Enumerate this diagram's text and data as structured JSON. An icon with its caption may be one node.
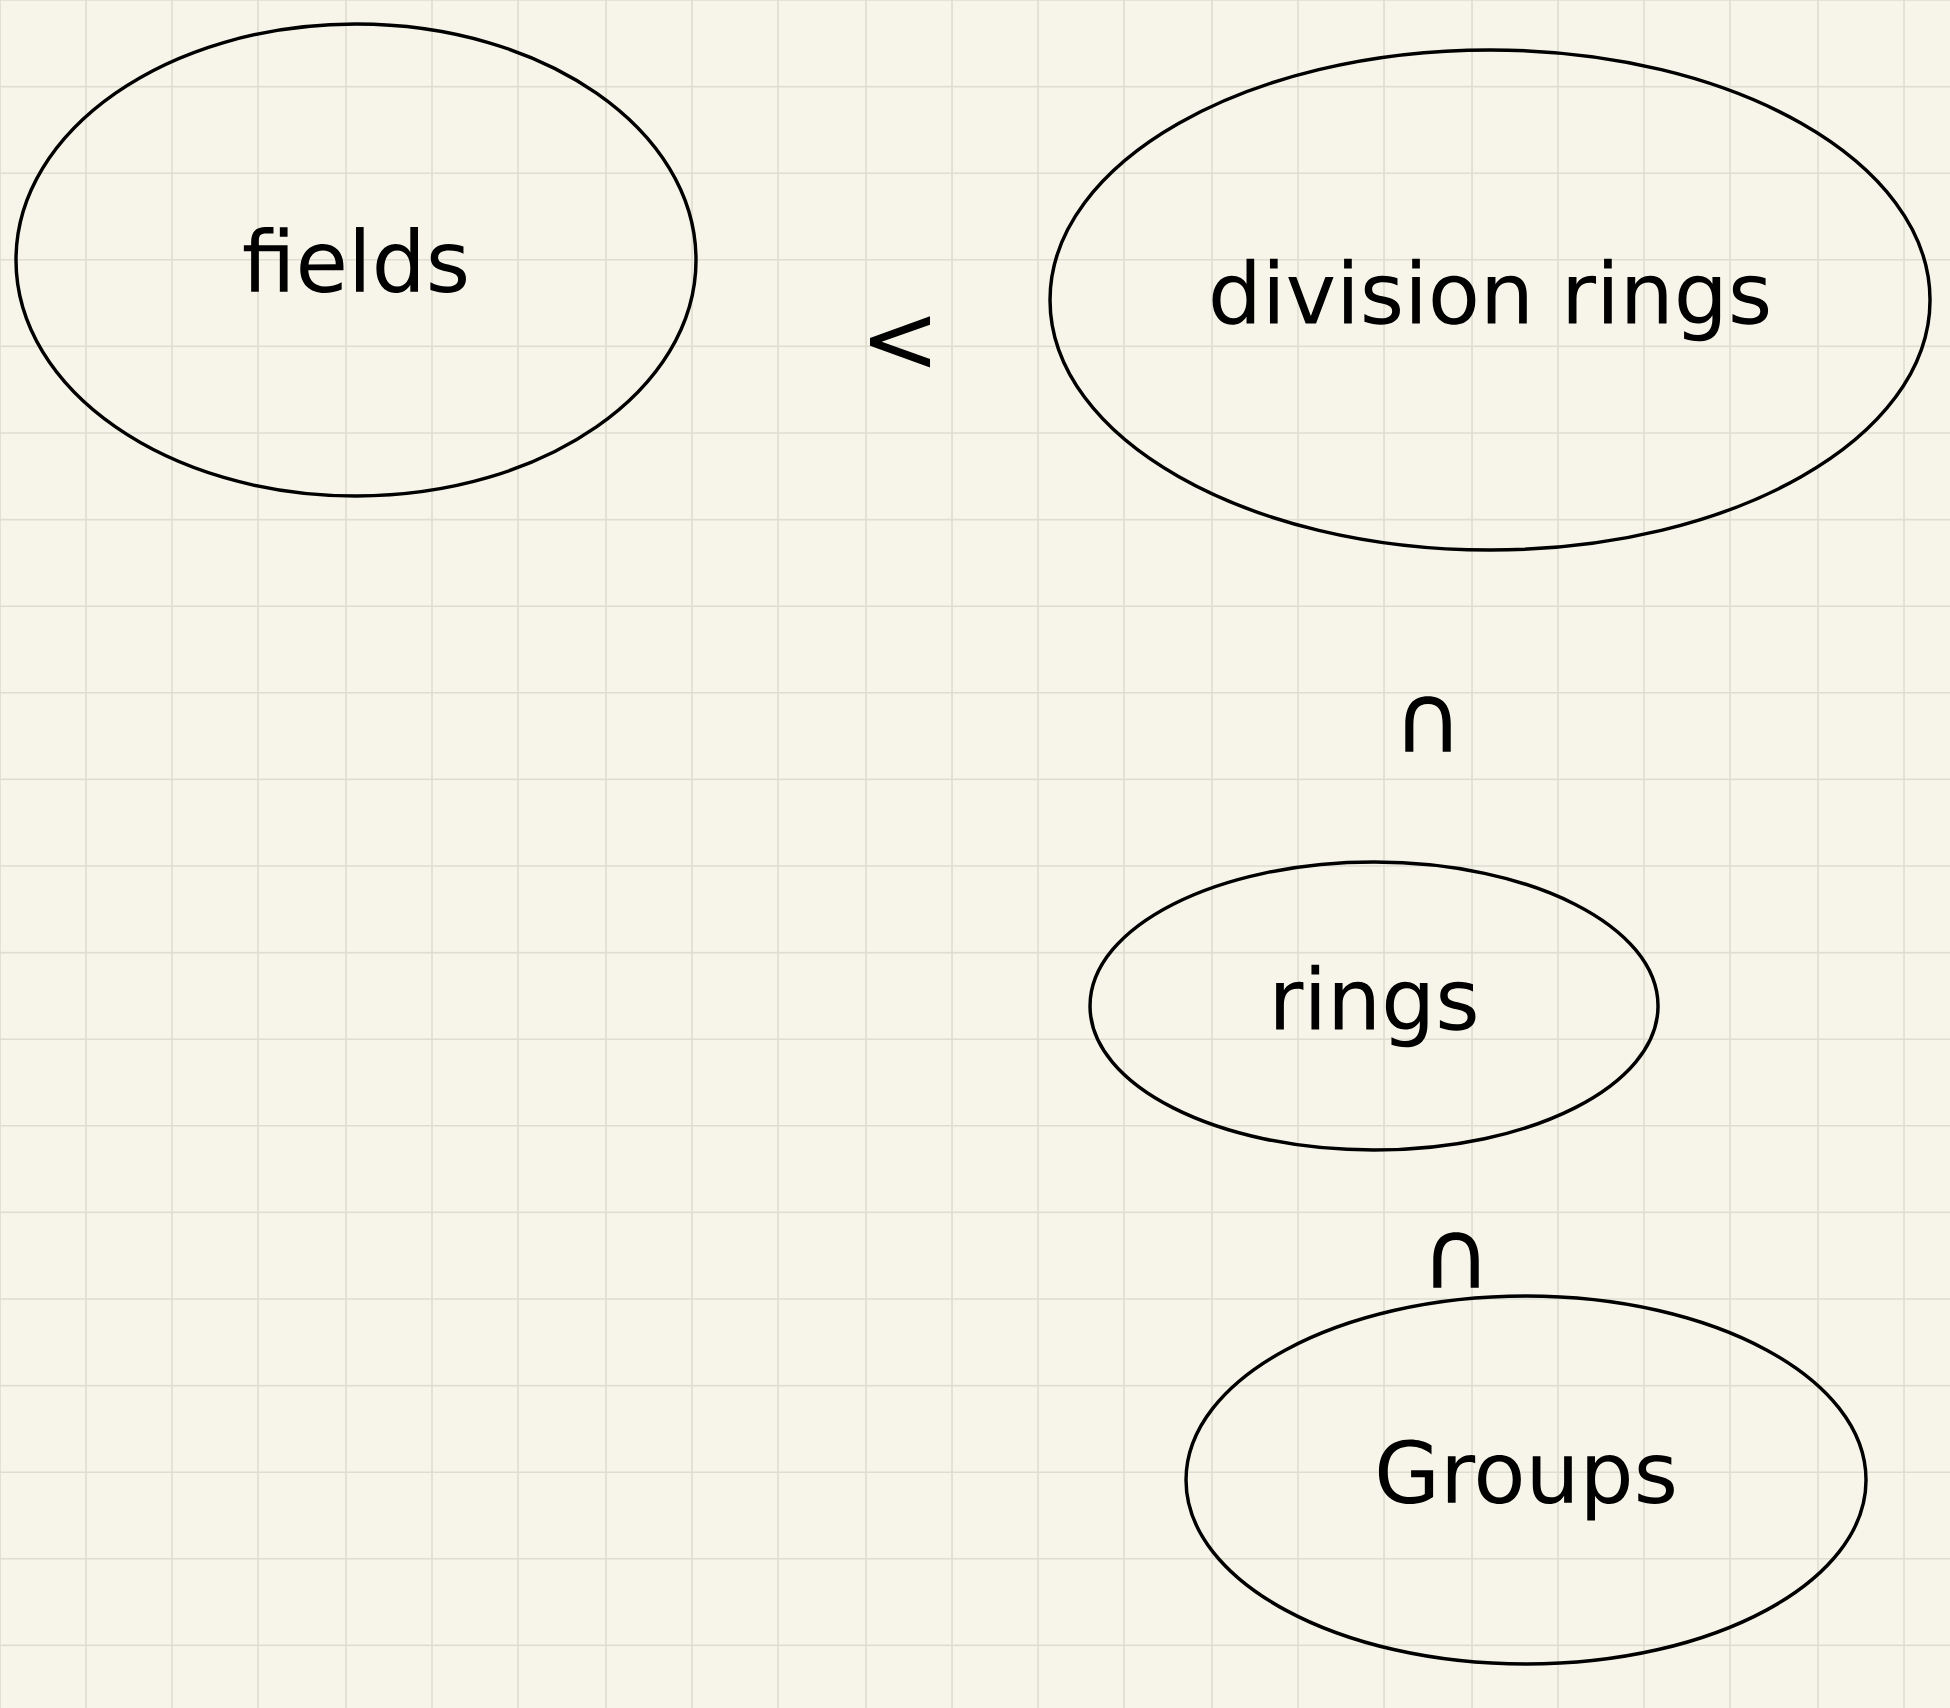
{
  "diagram": {
    "nodes": [
      {
        "text": [
          "fields"
        ]
      },
      {
        "text": [
          "division rings"
        ]
      },
      {
        "text": [
          "rings"
        ]
      },
      {
        "text": [
          "Groups"
        ]
      }
    ],
    "labels": [
      "<",
      "∩",
      "∩"
    ]
  }
}
